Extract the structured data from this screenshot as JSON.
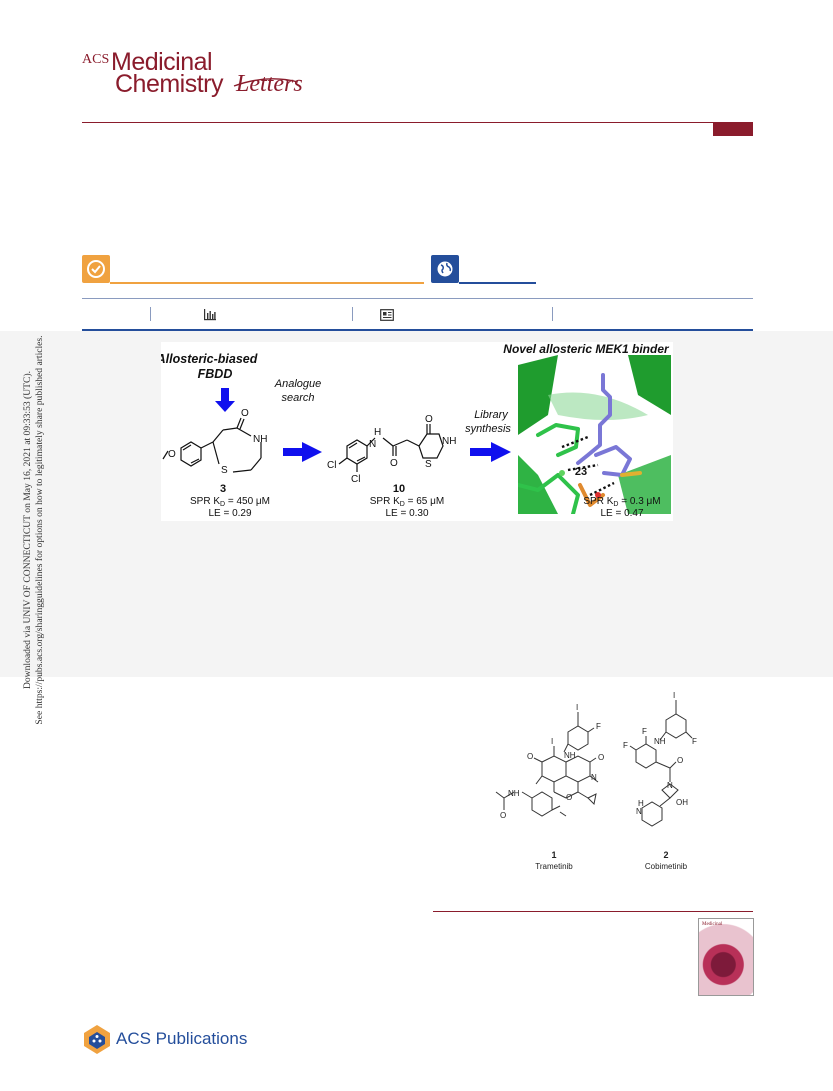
{
  "journal": {
    "logo_acs": "ACS",
    "logo_line1": "Medicinal",
    "logo_line2a": "Chemistry",
    "logo_line2b": "Letters"
  },
  "sidebar": {
    "line1": "Downloaded via UNIV OF CONNECTICUT on May 16, 2021 at 09:33:53 (UTC).",
    "line2": "See https://pubs.acs.org/sharingguidelines for options on how to legitimately share published articles."
  },
  "toc_graphic": {
    "step1_title_line1": "Allosteric-biased",
    "step1_title_line2": "FBDD",
    "arrow1_label_line1": "Analogue",
    "arrow1_label_line2": "search",
    "arrow2_label_line1": "Library",
    "arrow2_label_line2": "synthesis",
    "binder_title": "Novel allosteric MEK1 binder",
    "compounds": [
      {
        "id": "3",
        "kd": "SPR K",
        "kd_sub": "D",
        "kd_value": " = 450 μM",
        "le": "LE = 0.29"
      },
      {
        "id": "10",
        "kd": "SPR K",
        "kd_sub": "D",
        "kd_value": " = 65 μM",
        "le": "LE = 0.30"
      },
      {
        "id": "23",
        "kd": "SPR K",
        "kd_sub": "D",
        "kd_value": " = 0.3 μM",
        "le": "LE = 0.47"
      }
    ],
    "atoms": {
      "o": "O",
      "nh": "NH",
      "h": "H",
      "n": "N",
      "s": "S",
      "cl": "Cl"
    }
  },
  "figure": {
    "compound1_id": "1",
    "compound1_name": "Trametinib",
    "compound2_id": "2",
    "compound2_name": "Cobimetinib",
    "atoms": {
      "i": "I",
      "f": "F",
      "nh": "NH",
      "o": "O",
      "n": "N",
      "h": "H",
      "oh": "OH"
    }
  },
  "footer": {
    "publisher": "ACS Publications"
  },
  "colors": {
    "brand": "#8a1c2c",
    "open_access": "#f0a240",
    "globe": "#244e9b",
    "arrow": "#1010ee"
  }
}
